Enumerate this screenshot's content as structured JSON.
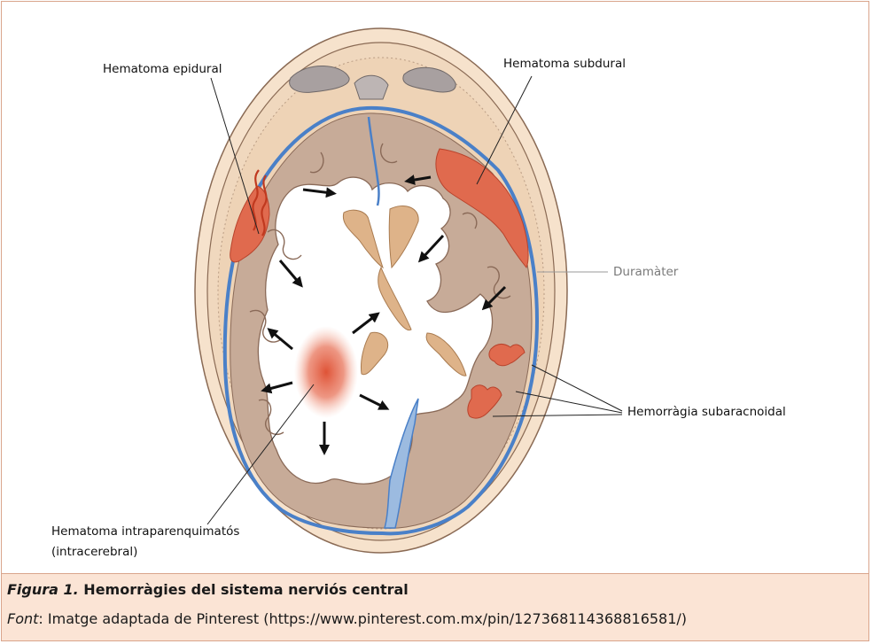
{
  "labels": {
    "epidural": "Hematoma epidural",
    "subdural": "Hematoma subdural",
    "duramater": "Duramàter",
    "subarachnoid": "Hemorràgia subaracnoidal",
    "intraparenchymal_line1": "Hematoma intraparenquimatós",
    "intraparenchymal_line2": "(intracerebral)"
  },
  "caption": {
    "figure_label": "Figura 1.",
    "title": " Hemorràgies del sistema nerviós central",
    "source_label": "Font",
    "source_text": ": Imatge adaptada de Pinterest (https://www.pinterest.com.mx/pin/127368114368816581/)"
  },
  "colors": {
    "bone": "#f4dcc3",
    "brain": "#c4a896",
    "white_matter": "#ffffff",
    "dura": "#4a80c8",
    "csf": "#9cbbe0",
    "hemorrhage": "#e06a4e",
    "ventricle": "#deb389",
    "caption_bg": "#fbe4d5"
  }
}
